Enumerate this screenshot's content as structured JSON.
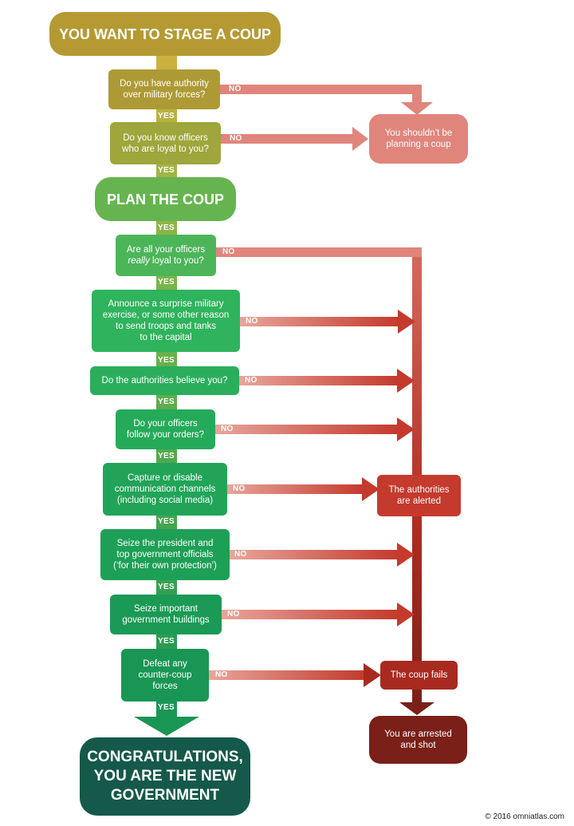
{
  "colors": {
    "start": "#b59a33",
    "olive": "#9ea63c",
    "plan": "#66b44f",
    "green": "#2fb35d",
    "darkgreen": "#199654",
    "final": "#14594a",
    "pink": "#e0857c",
    "red": "#c43a2d",
    "darkred": "#7a2018",
    "spine_start": "#d9b548",
    "spine_end": "#199654"
  },
  "title": "YOU WANT TO STAGE A COUP",
  "plan": "PLAN THE COUP",
  "final": "CONGRATULATIONS,\nYOU ARE THE NEW\nGOVERNMENT",
  "steps": [
    {
      "text": "Do you have authority\nover military forces?"
    },
    {
      "text": "Do you know officers\nwho are loyal to you?"
    },
    {
      "text": "Are all your officers\nreally loyal to you?",
      "emph": "really"
    },
    {
      "text": "Announce a surprise military\nexercise, or some other reason\nto send troops and tanks\nto the capital"
    },
    {
      "text": "Do the authorities believe you?"
    },
    {
      "text": "Do your officers\nfollow your orders?"
    },
    {
      "text": "Capture or disable\ncommunication channels\n(including social media)"
    },
    {
      "text": "Seize the president and\ntop government officials\n(‘for their own protection’)"
    },
    {
      "text": "Seize important\ngovernment buildings"
    },
    {
      "text": "Defeat any\ncounter-coup\nforces"
    }
  ],
  "outcomes": {
    "no_plan": "You shouldn’t be\nplanning a coup",
    "alerted": "The authorities\nare alerted",
    "fails": "The coup fails",
    "arrested": "You are arrested\nand shot"
  },
  "labels": {
    "yes": "YES",
    "no": "NO"
  },
  "copyright": "© 2016 omniatlas.com"
}
